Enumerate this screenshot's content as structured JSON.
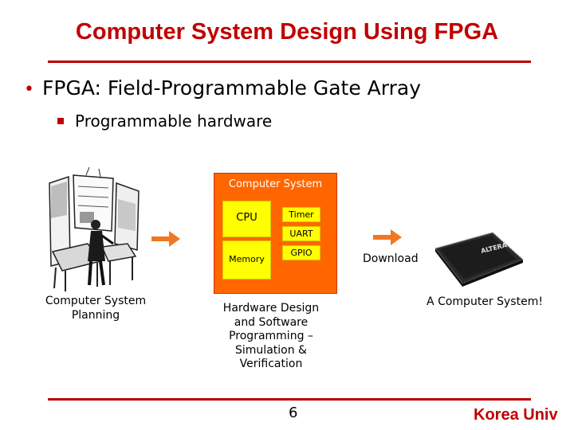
{
  "slide": {
    "title": "Computer System Design Using FPGA",
    "bullet1": "FPGA: Field-Programmable Gate Array",
    "bullet2": "Programmable hardware"
  },
  "planning": {
    "caption_line1": "Computer System",
    "caption_line2": "Planning"
  },
  "system": {
    "box_title": "Computer System",
    "cpu": "CPU",
    "memory": "Memory",
    "timer": "Timer",
    "uart": "UART",
    "gpio": "GPIO",
    "caption_lines": [
      "Hardware Design",
      "and Software",
      "Programming –",
      "Simulation &",
      "Verification"
    ]
  },
  "download": {
    "label": "Download"
  },
  "result": {
    "caption": "A Computer System!",
    "chip_label": "ALTERA"
  },
  "footer": {
    "page_number": "6",
    "brand": "Korea Univ"
  },
  "colors": {
    "accent": "#c00000",
    "box": "#ff6600",
    "block": "#ffff00",
    "arrow": "#f07820"
  }
}
